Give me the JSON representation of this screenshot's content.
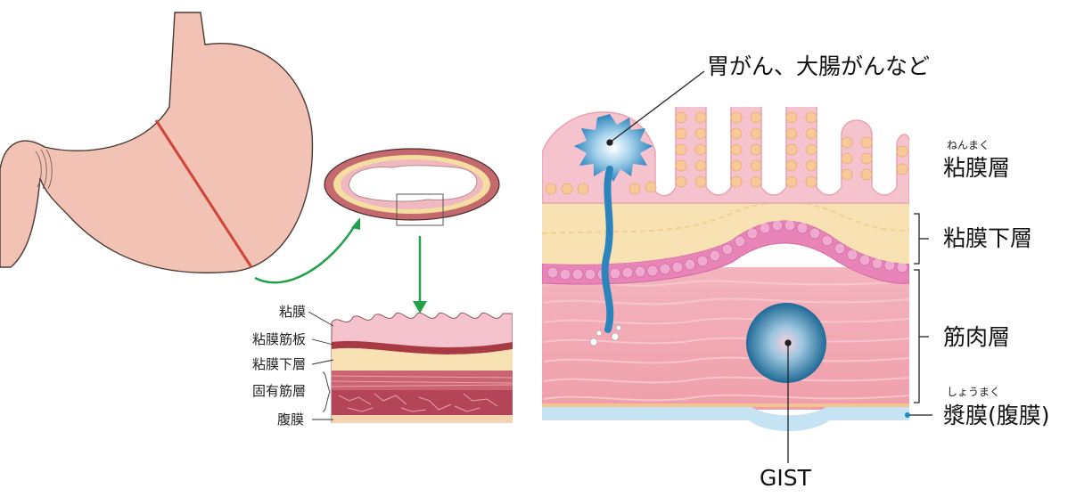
{
  "small_labels": {
    "mucosa": "粘膜",
    "muscularis_mucosae": "粘膜筋板",
    "submucosa": "粘膜下層",
    "muscularis_propria": "固有筋層",
    "peritoneum": "腹膜"
  },
  "big_labels": {
    "tumor_callout": "胃がん、大腸がんなど",
    "mucosa_layer_ruby": "ねんまく",
    "mucosa_layer": "粘膜層",
    "submucosa_layer": "粘膜下層",
    "muscle_layer": "筋肉層",
    "serosa_ruby": "しょうまく",
    "serosa_layer": "漿膜(腹膜)",
    "gist": "GIST"
  },
  "colors": {
    "stomach_fill": "#f2c2b4",
    "cut_line": "#d0453a",
    "green_arrow": "#23a14a",
    "mucosa_pink": "#f4c3cd",
    "submucosa_yellow": "#f8e2b4",
    "muscle_pink": "#eba3b1",
    "muscle_dark": "#c95a6a",
    "serosa_blue": "#c5e3f3",
    "tumor_blue": "#2a6e9a"
  }
}
